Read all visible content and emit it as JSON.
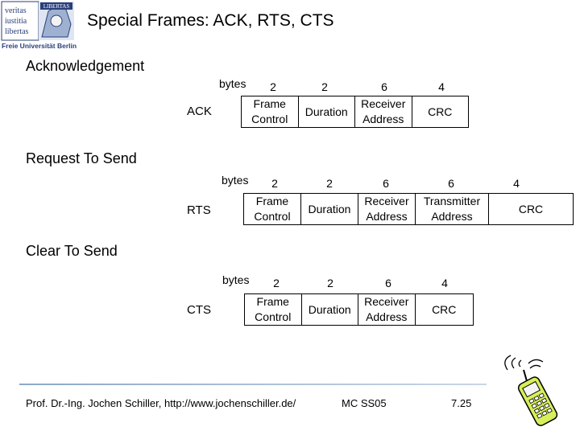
{
  "title": "Special Frames: ACK, RTS, CTS",
  "logo": {
    "text_lines": [
      "veritas",
      "iustitia",
      "libertas"
    ],
    "caption": "Freie Universität Berlin",
    "banner": "LIBERTAS"
  },
  "sections": [
    {
      "heading": "Acknowledgement",
      "bytes_label": "bytes",
      "row_label": "ACK",
      "fields": [
        {
          "bytes": "2",
          "name": [
            "Frame",
            "Control"
          ]
        },
        {
          "bytes": "2",
          "name": [
            "Duration"
          ]
        },
        {
          "bytes": "6",
          "name": [
            "Receiver",
            "Address"
          ]
        },
        {
          "bytes": "4",
          "name": [
            "CRC"
          ]
        }
      ]
    },
    {
      "heading": "Request To Send",
      "bytes_label": "bytes",
      "row_label": "RTS",
      "fields": [
        {
          "bytes": "2",
          "name": [
            "Frame",
            "Control"
          ]
        },
        {
          "bytes": "2",
          "name": [
            "Duration"
          ]
        },
        {
          "bytes": "6",
          "name": [
            "Receiver",
            "Address"
          ]
        },
        {
          "bytes": "6",
          "name": [
            "Transmitter",
            "Address"
          ]
        },
        {
          "bytes": "4",
          "name": [
            "CRC"
          ]
        }
      ]
    },
    {
      "heading": "Clear To Send",
      "bytes_label": "bytes",
      "row_label": "CTS",
      "fields": [
        {
          "bytes": "2",
          "name": [
            "Frame",
            "Control"
          ]
        },
        {
          "bytes": "2",
          "name": [
            "Duration"
          ]
        },
        {
          "bytes": "6",
          "name": [
            "Receiver",
            "Address"
          ]
        },
        {
          "bytes": "4",
          "name": [
            "CRC"
          ]
        }
      ]
    }
  ],
  "footer": {
    "author": "Prof. Dr.-Ing. Jochen Schiller, http://www.jochenschiller.de/",
    "course": "MC SS05",
    "page": "7.25"
  },
  "colors": {
    "logo_blue": "#2a3f7a",
    "footer_line": "#8da8c8"
  }
}
